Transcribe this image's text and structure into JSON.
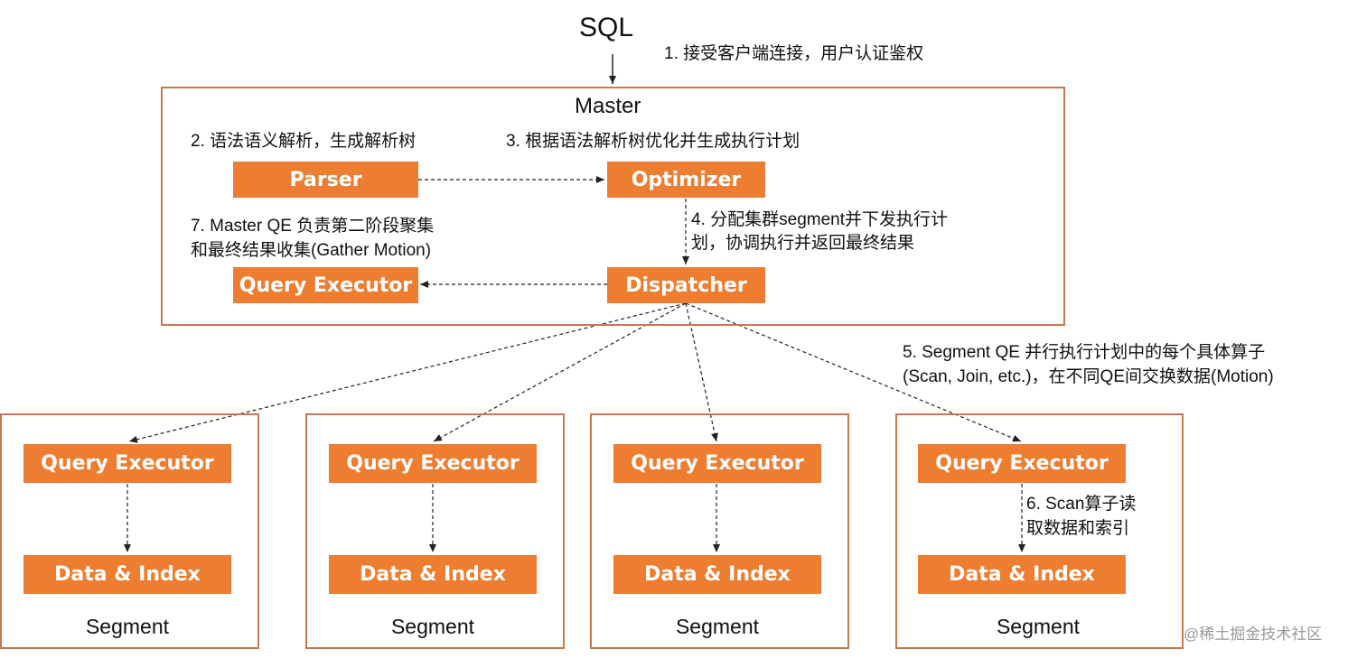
{
  "sql_label": "SQL",
  "notes": {
    "step1": "1. 接受客户端连接，用户认证鉴权",
    "step2": "2. 语法语义解析，生成解析树",
    "step3": "3. 根据语法解析树优化并生成执行计划",
    "step4_line1": "4. 分配集群segment并下发执行计",
    "step4_line2": "划，协调执行并返回最终结果",
    "step5_line1": "5. Segment QE 并行执行计划中的每个具体算子",
    "step5_line2": "(Scan, Join, etc.)，在不同QE间交换数据(Motion)",
    "step6_line1": "6. Scan算子读",
    "step6_line2": "取数据和索引",
    "step7_line1": "7. Master QE 负责第二阶段聚集",
    "step7_line2": "和最终结果收集(Gather Motion)"
  },
  "master": {
    "title": "Master",
    "parser": "Parser",
    "optimizer": "Optimizer",
    "dispatcher": "Dispatcher",
    "query_executor": "Query Executor"
  },
  "segments": [
    {
      "title": "Segment",
      "qe": "Query Executor",
      "data": "Data & Index"
    },
    {
      "title": "Segment",
      "qe": "Query Executor",
      "data": "Data & Index"
    },
    {
      "title": "Segment",
      "qe": "Query Executor",
      "data": "Data & Index"
    },
    {
      "title": "Segment",
      "qe": "Query Executor",
      "data": "Data & Index"
    }
  ],
  "watermark": "@稀土掘金技术社区",
  "colors": {
    "box_fill": "#ed7d31",
    "frame_border": "#c9784e",
    "arrow": "#222222"
  }
}
